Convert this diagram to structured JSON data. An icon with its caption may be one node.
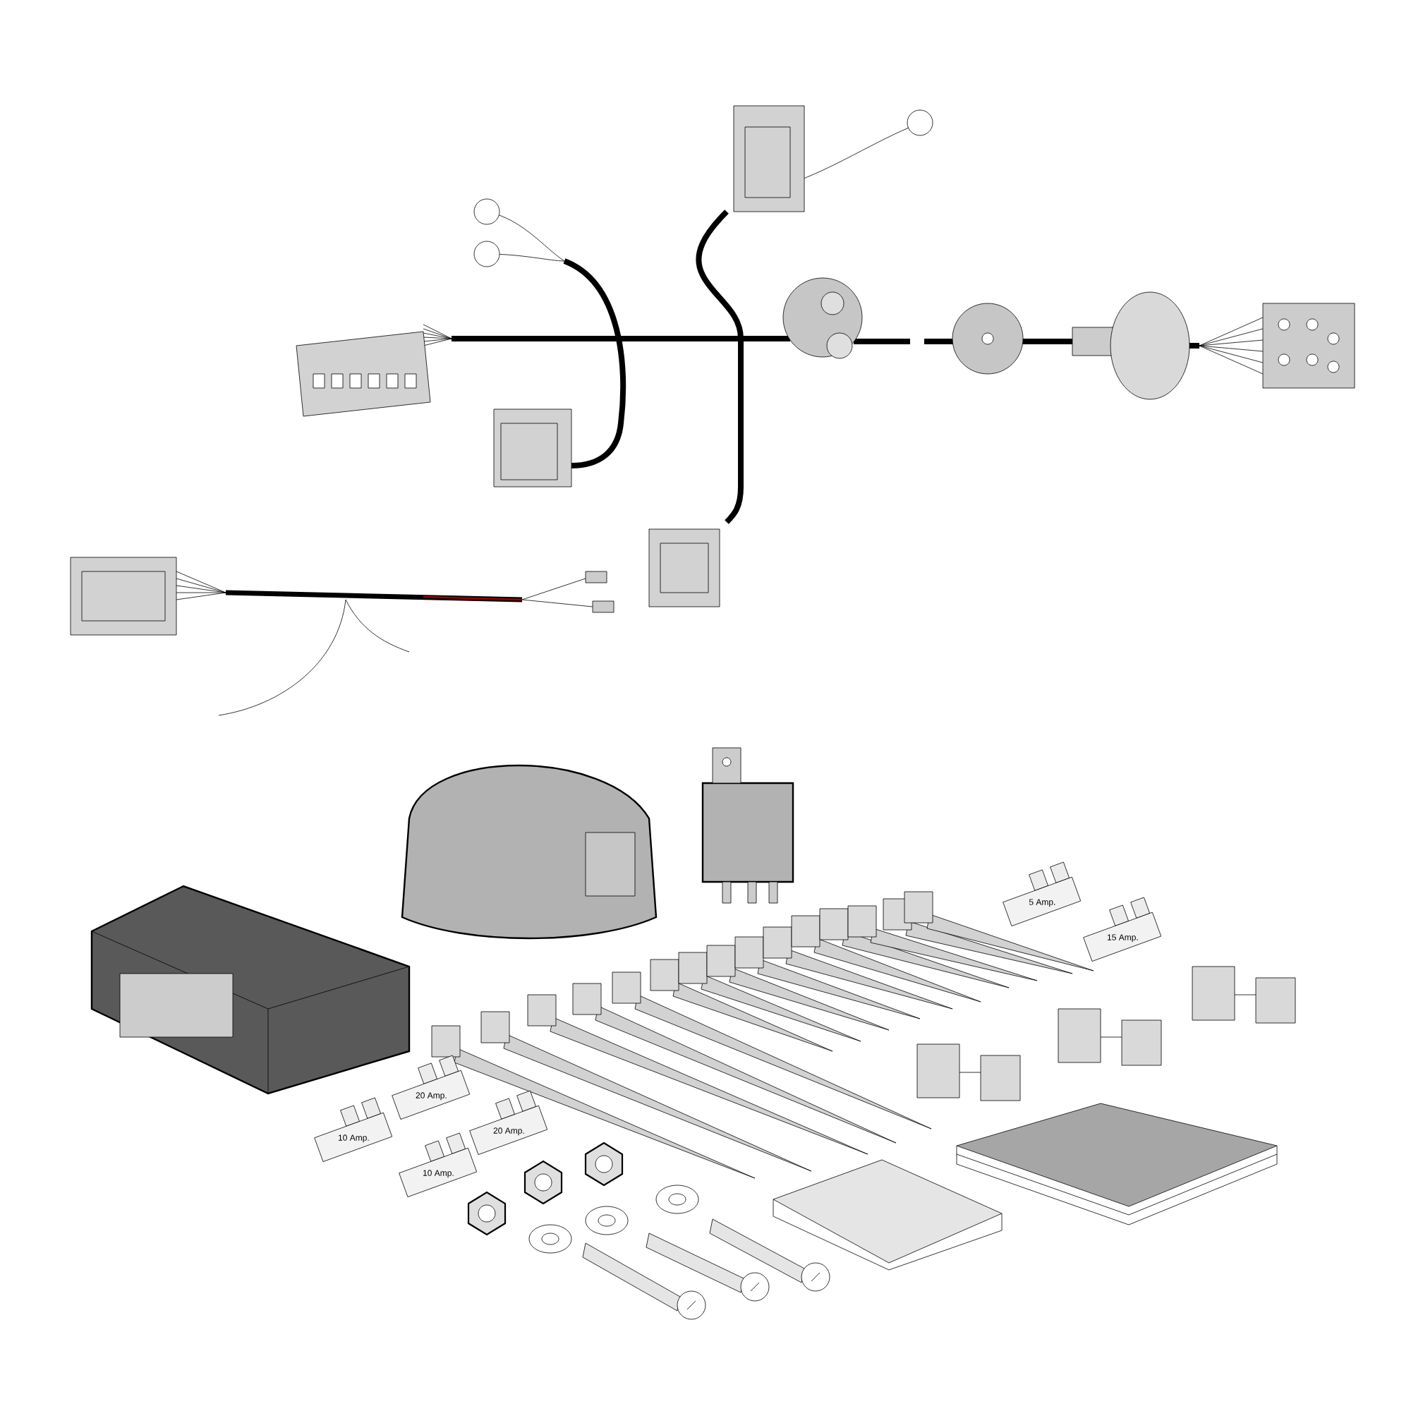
{
  "diagram": {
    "labels": [
      "5 Amp.",
      "15 Amp.",
      "20 Amp.",
      "20 Amp.",
      "10 Amp.",
      "10 Amp."
    ]
  }
}
